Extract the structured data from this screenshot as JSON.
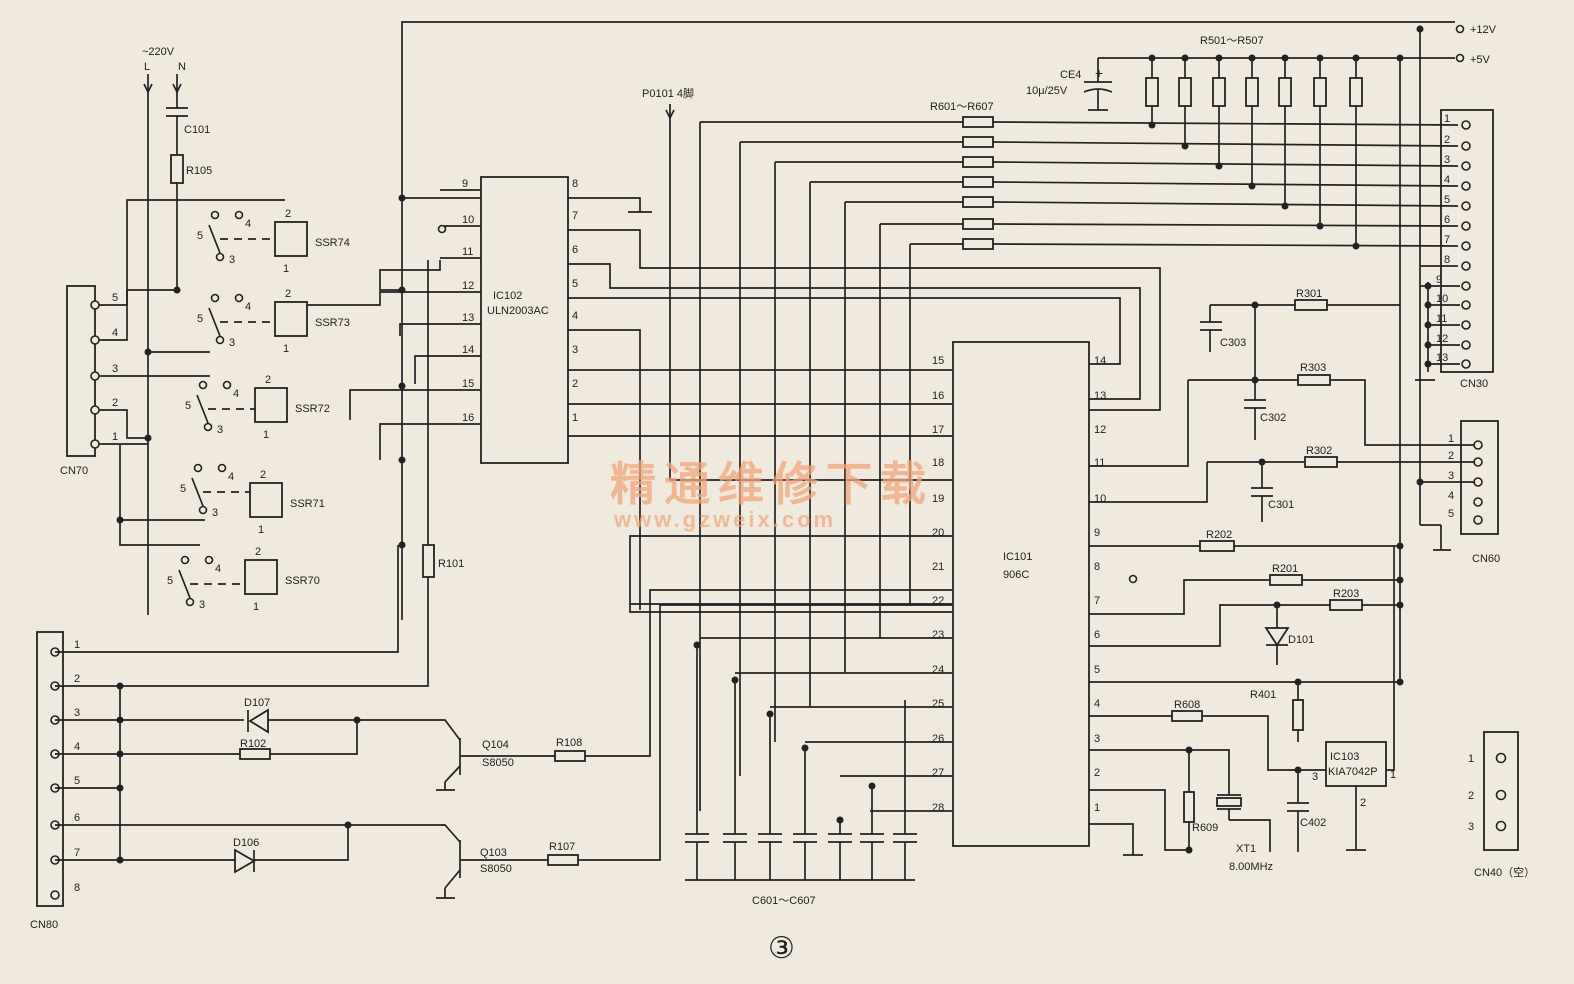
{
  "power": {
    "ac_label": "~220V",
    "line": "L",
    "neutral": "N",
    "v12": "+12V",
    "v5": "+5V"
  },
  "ic102": {
    "name": "IC102",
    "part": "ULN2003AC",
    "left_pins": [
      "9",
      "10",
      "11",
      "12",
      "13",
      "14",
      "15",
      "16"
    ],
    "right_pins": [
      "8",
      "7",
      "6",
      "5",
      "4",
      "3",
      "2",
      "1"
    ]
  },
  "ic101": {
    "name": "IC101",
    "part": "906C",
    "left_pins": [
      "15",
      "16",
      "17",
      "18",
      "19",
      "20",
      "21",
      "22",
      "23",
      "24",
      "25",
      "26",
      "27",
      "28"
    ],
    "right_pins": [
      "14",
      "13",
      "12",
      "11",
      "10",
      "9",
      "8",
      "7",
      "6",
      "5",
      "4",
      "3",
      "2",
      "1"
    ]
  },
  "ic103": {
    "name": "IC103",
    "part": "KIA7042P",
    "pin_left": "3",
    "pin_right": "1",
    "pin_bottom": "2"
  },
  "relays": [
    "SSR74",
    "SSR73",
    "SSR72",
    "SSR71",
    "SSR70"
  ],
  "relay_pins": {
    "coil_top": "2",
    "coil_bottom": "1",
    "no": "4",
    "com": "3",
    "nc": "5"
  },
  "connectors": {
    "cn70": {
      "name": "CN70",
      "pins": [
        "5",
        "4",
        "3",
        "2",
        "1"
      ]
    },
    "cn80": {
      "name": "CN80",
      "pins": [
        "1",
        "2",
        "3",
        "4",
        "5",
        "6",
        "7",
        "8"
      ]
    },
    "cn30": {
      "name": "CN30",
      "pins": [
        "1",
        "2",
        "3",
        "4",
        "5",
        "6",
        "7",
        "8",
        "9",
        "10",
        "11",
        "12",
        "13"
      ]
    },
    "cn60": {
      "name": "CN60",
      "pins": [
        "1",
        "2",
        "3",
        "4",
        "5"
      ]
    },
    "cn40": {
      "name": "CN40（空）",
      "pins": [
        "1",
        "2",
        "3"
      ]
    }
  },
  "components": {
    "c101": "C101",
    "r105": "R105",
    "r101": "R101",
    "ce4": "CE4",
    "ce4_val": "10μ/25V",
    "r501": "R501～R507",
    "r601": "R601～R607",
    "c601": "C601～C607",
    "p0101": "P0101  4脚",
    "r301": "R301",
    "r303": "R303",
    "r302": "R302",
    "c303": "C303",
    "c302": "C302",
    "c301": "C301",
    "r202": "R202",
    "r201": "R201",
    "r203": "R203",
    "d101": "D101",
    "r401": "R401",
    "r608": "R608",
    "r609": "R609",
    "xt1": "XT1",
    "xt1_val": "8.00MHz",
    "c402": "C402",
    "d107": "D107",
    "d106": "D106",
    "r102": "R102",
    "q104": "Q104",
    "q104_part": "S8050",
    "r108": "R108",
    "q103": "Q103",
    "q103_part": "S8050",
    "r107": "R107"
  },
  "watermark": {
    "cn": "精通维修下载",
    "url": "www.gzweix.com"
  },
  "figure_label": "③"
}
